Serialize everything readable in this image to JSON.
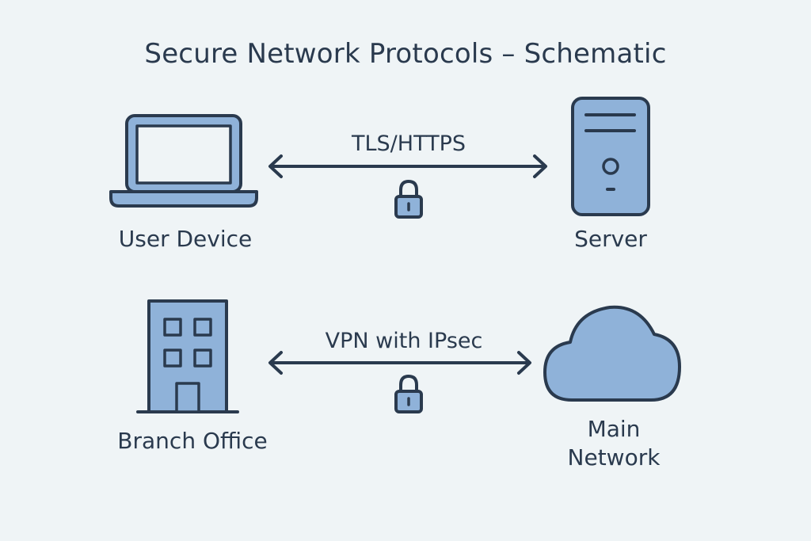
{
  "title": "Secure Network Protocols – Schematic",
  "colors": {
    "background": "#eff4f6",
    "stroke": "#2a3a4e",
    "fill": "#8fb2d9"
  },
  "nodes": {
    "user_device": {
      "label": "User Device",
      "icon": "laptop-icon"
    },
    "server": {
      "label": "Server",
      "icon": "server-icon"
    },
    "branch_office": {
      "label": "Branch Office",
      "icon": "building-icon"
    },
    "main_network": {
      "label_line1": "Main",
      "label_line2": "Network",
      "icon": "cloud-icon"
    }
  },
  "links": {
    "tls": {
      "label": "TLS/HTTPS",
      "icon": "lock-icon"
    },
    "vpn": {
      "label": "VPN with IPsec",
      "icon": "lock-icon"
    }
  }
}
